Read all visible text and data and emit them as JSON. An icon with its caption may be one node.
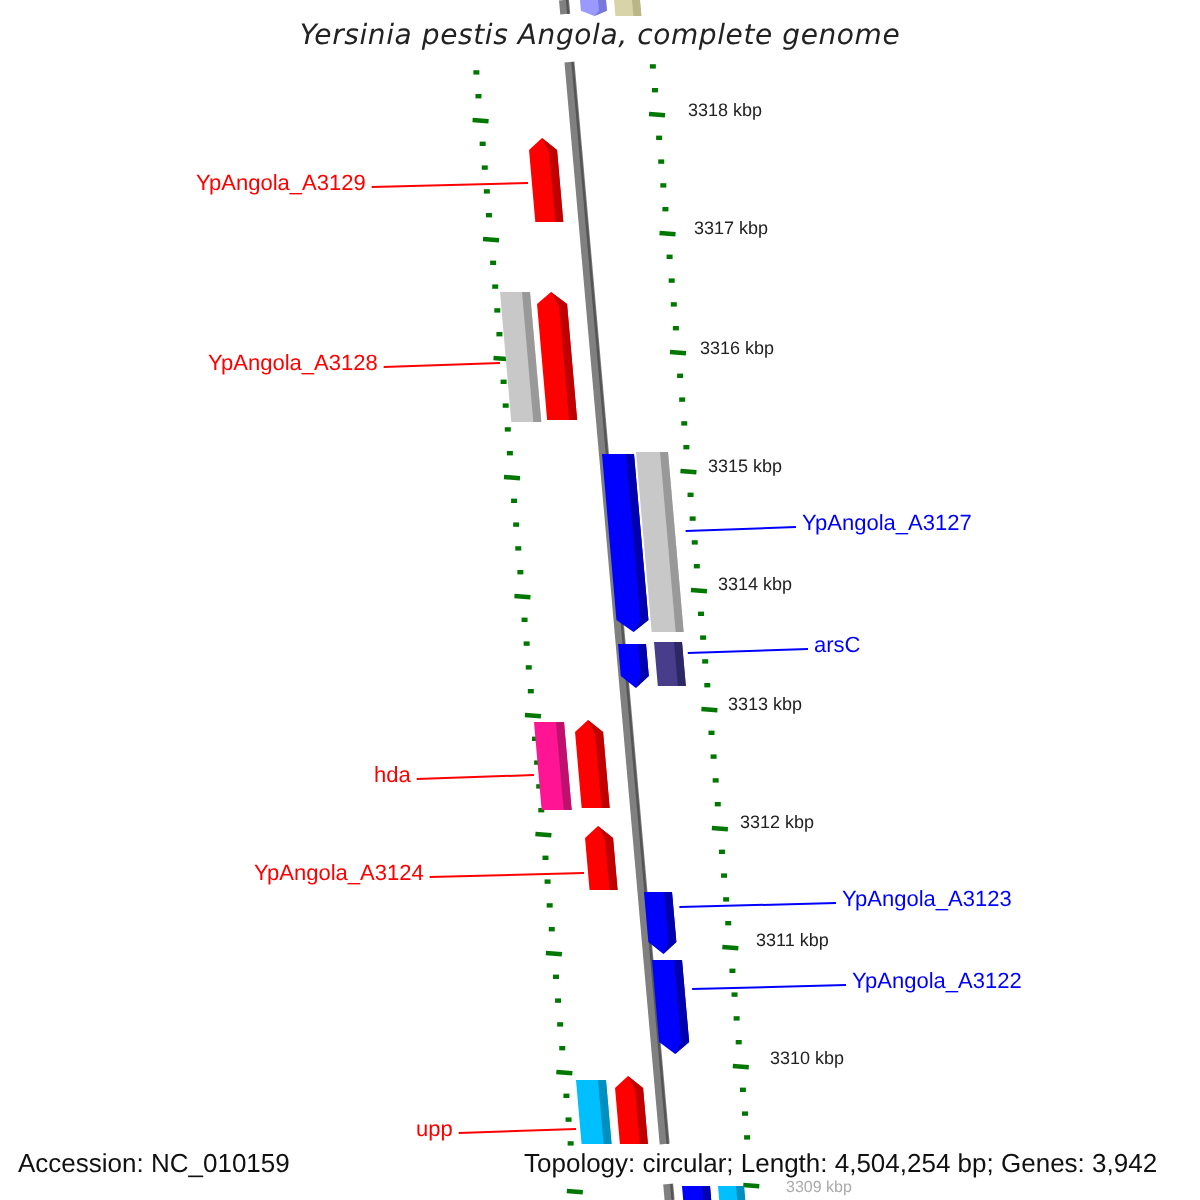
{
  "diagram": {
    "title": "Yersinia pestis Angola, complete genome",
    "nodes": [
      {
        "text": [],
        "shape": "pentagon"
      },
      {
        "text": [],
        "shape": "bar"
      },
      {
        "text": [
          "YpAngola_A3129"
        ]
      },
      {
        "text": [],
        "shape": "pentagon"
      },
      {
        "text": [
          "YpAngola_A3128"
        ]
      },
      {
        "text": [],
        "shape": "bar"
      },
      {
        "text": [],
        "shape": "pentagon"
      },
      {
        "text": [],
        "shape": "pentagon"
      },
      {
        "text": [],
        "shape": "bar"
      },
      {
        "text": [
          "YpAngola_A3127"
        ]
      },
      {
        "text": [],
        "shape": "pentagon"
      },
      {
        "text": [],
        "shape": "bar"
      },
      {
        "text": [
          "arsC"
        ]
      },
      {
        "text": [
          "hda"
        ]
      },
      {
        "text": [],
        "shape": "bar"
      },
      {
        "text": [],
        "shape": "pentagon"
      },
      {
        "text": [
          "YpAngola_A3124"
        ]
      },
      {
        "text": [],
        "shape": "pentagon"
      },
      {
        "text": [
          "YpAngola_A3123"
        ]
      },
      {
        "text": [],
        "shape": "pentagon"
      },
      {
        "text": [
          "YpAngola_A3122"
        ]
      },
      {
        "text": [],
        "shape": "pentagon"
      },
      {
        "text": [
          "upp"
        ]
      },
      {
        "text": [],
        "shape": "bar"
      },
      {
        "text": [],
        "shape": "pentagon"
      },
      {
        "text": [],
        "shape": "bar"
      },
      {
        "text": [],
        "shape": "bar"
      }
    ],
    "edges": [
      {
        "from": 2,
        "to": 3,
        "arrow": "none"
      },
      {
        "from": 4,
        "to": 5,
        "arrow": "none"
      },
      {
        "from": 9,
        "to": 8,
        "arrow": "none",
        "color": "#0000ff"
      },
      {
        "from": 12,
        "to": 11,
        "arrow": "none",
        "color": "#0000ff"
      },
      {
        "from": 13,
        "to": 14,
        "arrow": "none"
      },
      {
        "from": 16,
        "to": 17,
        "arrow": "none"
      },
      {
        "from": 18,
        "to": 19,
        "arrow": "none",
        "color": "#0000ff"
      },
      {
        "from": 20,
        "to": 21,
        "arrow": "none",
        "color": "#0000ff"
      },
      {
        "from": 22,
        "to": 23,
        "arrow": "none"
      }
    ],
    "labels": [
      "3318 kbp",
      "3317 kbp",
      "3316 kbp",
      "3315 kbp",
      "3314 kbp",
      "3313 kbp",
      "3312 kbp",
      "3311 kbp",
      "3310 kbp",
      "3309 kbp",
      "Accession: NC_010159",
      "Topology: circular; Length: 4,504,254 bp; Genes: 3,942"
    ]
  }
}
